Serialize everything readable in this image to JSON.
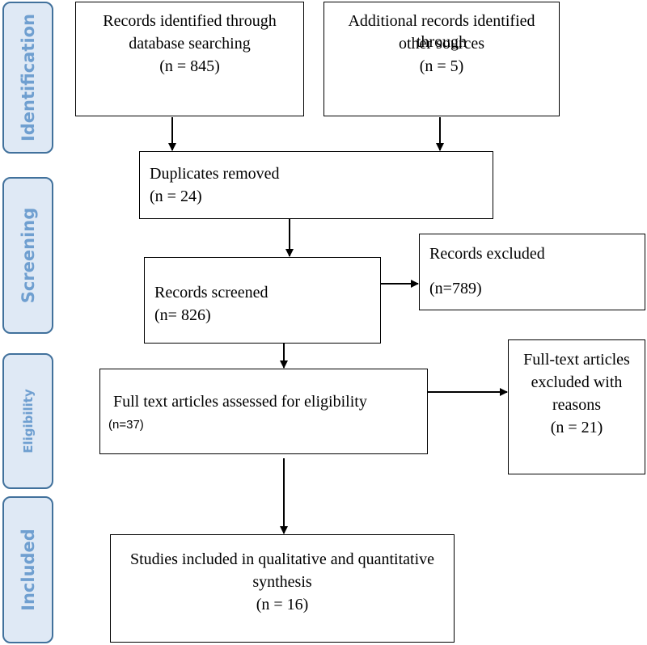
{
  "stages": {
    "identification": "Identification",
    "screening": "Screening",
    "eligibility": "Eligibility",
    "included": "Included"
  },
  "boxes": {
    "database": {
      "line1": "Records identified through",
      "line2": "database searching",
      "count": "(n = 845)"
    },
    "other_sources": {
      "line1": "Additional records identified through",
      "line2": "other sources",
      "count": "(n = 5)"
    },
    "duplicates": {
      "line1": "Duplicates removed",
      "count": "(n = 24)"
    },
    "screened": {
      "line1": "Records screened",
      "count": "(n= 826)"
    },
    "excluded": {
      "line1": "Records excluded",
      "count": "(n=789)"
    },
    "fulltext": {
      "line1": "Full text articles assessed for eligibility",
      "count": "(n=37)"
    },
    "fulltext_excluded": {
      "line1": "Full-text articles",
      "line2": "excluded with",
      "line3": "reasons",
      "count": "(n = 21)"
    },
    "included": {
      "line1": "Studies included in qualitative and quantitative",
      "line2": "synthesis",
      "count": "(n = 16)"
    }
  },
  "colors": {
    "stage_border": "#41719c",
    "stage_fill": "#dfe9f5",
    "stage_text": "#6f9fd0"
  }
}
